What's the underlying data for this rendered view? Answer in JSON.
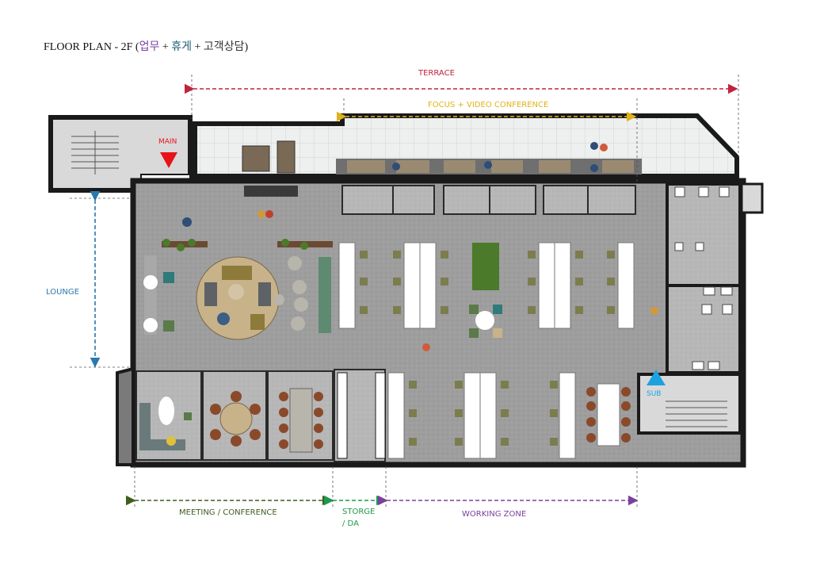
{
  "title": {
    "prefix": "FLOOR  PLAN  -  2F  (",
    "work": "업무",
    "plus1": " + ",
    "rest": "휴게",
    "plus2": " + ",
    "consult": "고객상담",
    "suffix": ")"
  },
  "zones": {
    "terrace": "TERRACE",
    "focus": "FOCUS + VIDEO CONFERENCE",
    "lounge": "LOUNGE",
    "meeting": "MEETING / CONFERENCE",
    "storage_line1": "STORGE",
    "storage_line2": "/ DA",
    "working": "WORKING ZONE"
  },
  "entrances": {
    "main": "MAIN",
    "sub": "SUB"
  },
  "colors": {
    "terrace": "#c0243d",
    "focus": "#e0b21a",
    "lounge": "#2a78b0",
    "meeting": "#3f5d1e",
    "storage": "#1e9a4a",
    "working": "#7b3fa0",
    "main_marker": "#e8131a",
    "sub_marker": "#1da1e0",
    "wall": "#1a1a1a",
    "floor": "#9c9c9c",
    "floor_light": "#b9b9b9",
    "terrace_floor": "#eef0ef",
    "desk": "#ffffff",
    "chair": "#7b7d4f",
    "meeting_chair": "#8a4a2a",
    "plant": "#4a7a2a"
  }
}
